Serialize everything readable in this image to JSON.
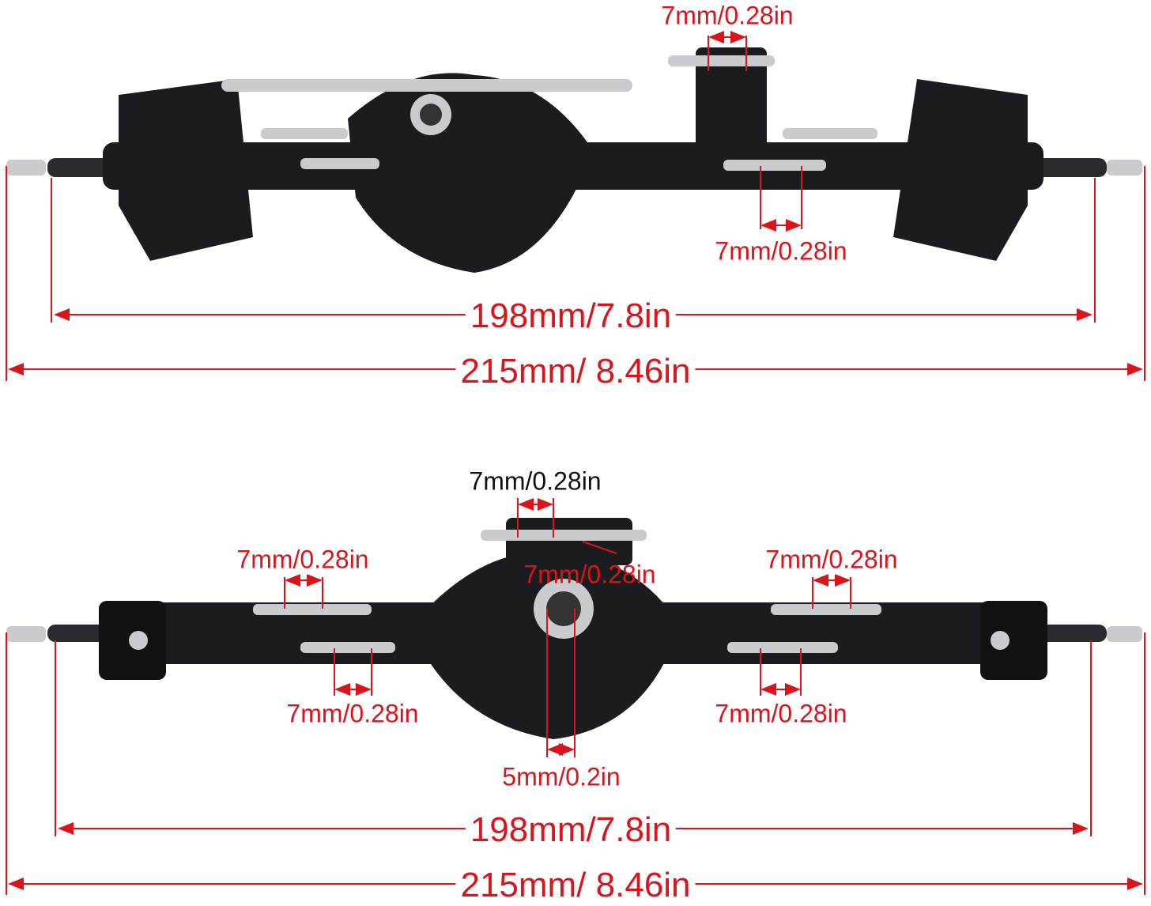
{
  "colors": {
    "dimension": "#d9141b",
    "axle": "#1b1c1f",
    "metal": "#c9cbce"
  },
  "front_axle": {
    "labels": {
      "upper_mount_gap": "7mm/0.28in",
      "lower_mount_gap": "7mm/0.28in",
      "hub_width": "198mm/7.8in",
      "total_width": "215mm/ 8.46in"
    }
  },
  "rear_axle": {
    "labels": {
      "top_mount_gap": "7mm/0.28in",
      "top_mount_gap_right": "7mm/0.28in",
      "left_upper_gap": "7mm/0.28in",
      "right_upper_gap": "7mm/0.28in",
      "left_lower_gap": "7mm/0.28in",
      "right_lower_gap": "7mm/0.28in",
      "pinion_width": "5mm/0.2in",
      "hub_width": "198mm/7.8in",
      "total_width": "215mm/ 8.46in"
    }
  }
}
